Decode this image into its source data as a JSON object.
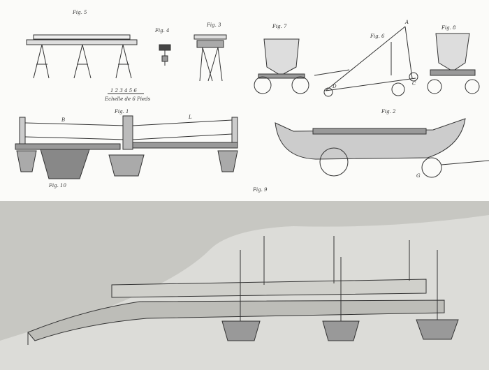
{
  "labels": {
    "fig5": "Fig. 5",
    "fig4": "Fig. 4",
    "fig3": "Fig. 3",
    "fig7": "Fig. 7",
    "fig6": "Fig. 6",
    "fig8": "Fig. 8",
    "fig1": "Fig. 1",
    "fig2": "Fig. 2",
    "fig10": "Fig. 10",
    "fig9": "Fig. 9",
    "scale_ticks": "1 2 3 4 5 6",
    "scale_caption": "Echelle de 6 Pieds",
    "letter_A": "A",
    "letter_B": "B",
    "letter_C": "C",
    "letter_D": "D",
    "letter_L": "L",
    "letter_G": "G"
  }
}
